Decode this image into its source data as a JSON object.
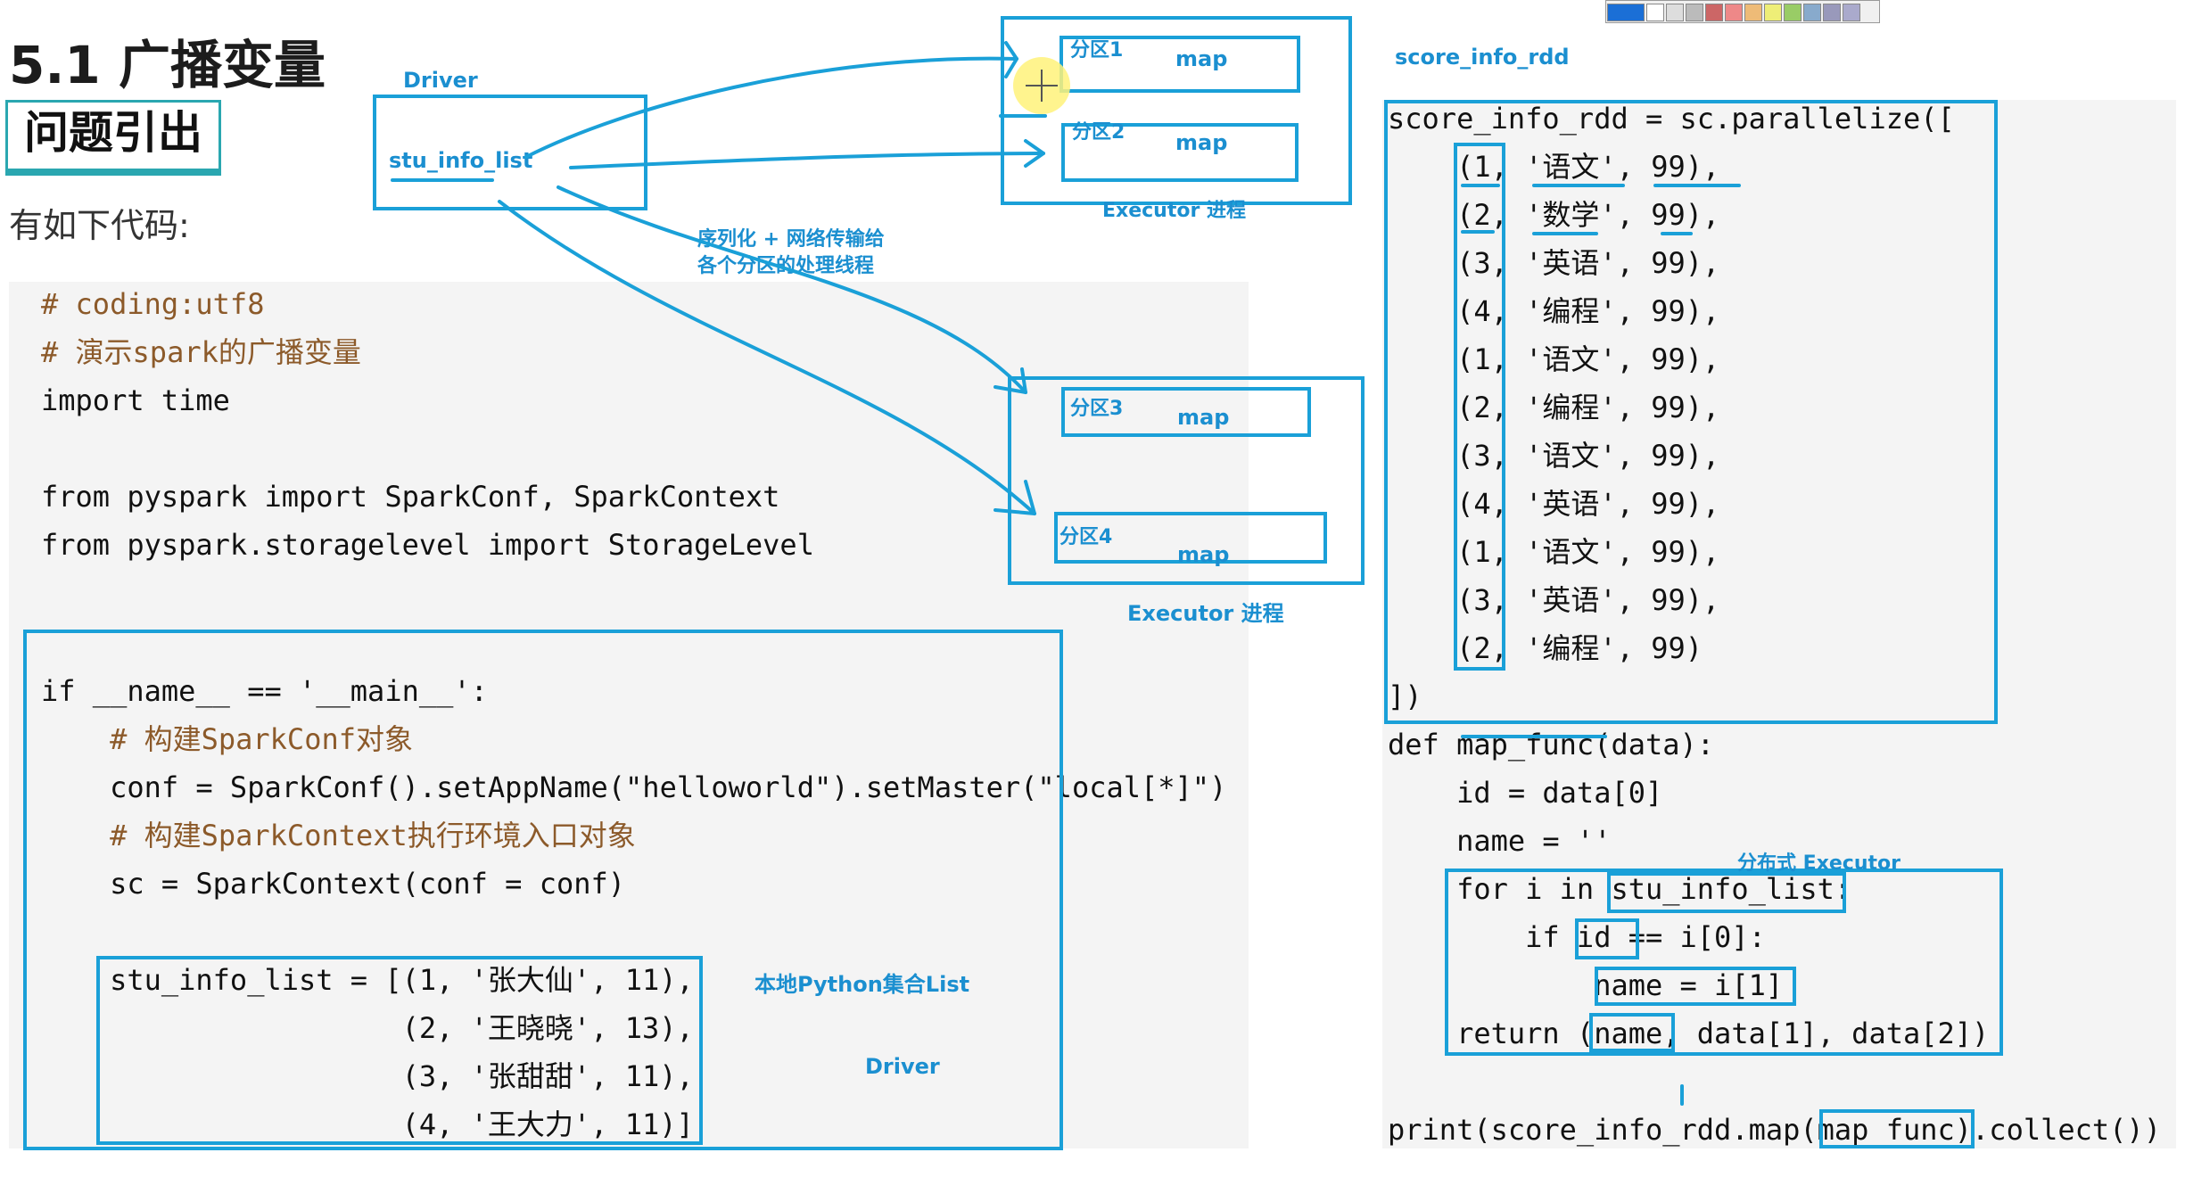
{
  "page": {
    "title": "5.1 广播变量",
    "subtitle": "问题引出",
    "intro": "有如下代码:"
  },
  "left_code": {
    "imports": [
      "# coding:utf8",
      "# 演示spark的广播变量",
      "import time",
      "",
      "from pyspark import SparkConf, SparkContext",
      "from pyspark.storagelevel import StorageLevel"
    ],
    "main": [
      "if __name__ == '__main__':",
      "    # 构建SparkConf对象",
      "    conf = SparkConf().setAppName(\"helloworld\").setMaster(\"local[*]\")",
      "    # 构建SparkContext执行环境入口对象",
      "    sc = SparkContext(conf = conf)",
      "",
      "    stu_info_list = [(1, '张大仙', 11),",
      "                     (2, '王晓晓', 13),",
      "                     (3, '张甜甜', 11),",
      "                     (4, '王大力', 11)]"
    ]
  },
  "right_code": {
    "rdd": [
      "score_info_rdd = sc.parallelize([",
      "    (1, '语文', 99),",
      "    (2, '数学', 99),",
      "    (3, '英语', 99),",
      "    (4, '编程', 99),",
      "    (1, '语文', 99),",
      "    (2, '编程', 99),",
      "    (3, '语文', 99),",
      "    (4, '英语', 99),",
      "    (1, '语文', 99),",
      "    (3, '英语', 99),",
      "    (2, '编程', 99)",
      "])"
    ],
    "func": [
      "def map_func(data):",
      "    id = data[0]",
      "    name = ''",
      "    for i in stu_info_list:",
      "        if id == i[0]:",
      "            name = i[1]",
      "    return (name, data[1], data[2])",
      "",
      "print(score_info_rdd.map(map_func).collect())"
    ]
  },
  "annotations": {
    "driver_top": "Driver",
    "stu_info_list": "stu_info_list",
    "part1": "分区1",
    "part2": "分区2",
    "part3": "分区3",
    "part4": "分区4",
    "map": "map",
    "executor_proc_top": "Executor 进程",
    "executor_proc_bottom": "Executor 进程",
    "serialize_line1": "序列化 + 网络传输给",
    "serialize_line2": "各个分区的处理线程",
    "score_info_rdd": "score_info_rdd",
    "local_list": "本地Python集合List",
    "driver_bottom": "Driver",
    "dist_executor": "分布式 Executor"
  },
  "colors": {
    "annotation": "#1aa0d8",
    "keyword": "#0033b3",
    "comment": "#8c5a2a",
    "string": "#067d17",
    "highlight": "#fff27a"
  }
}
